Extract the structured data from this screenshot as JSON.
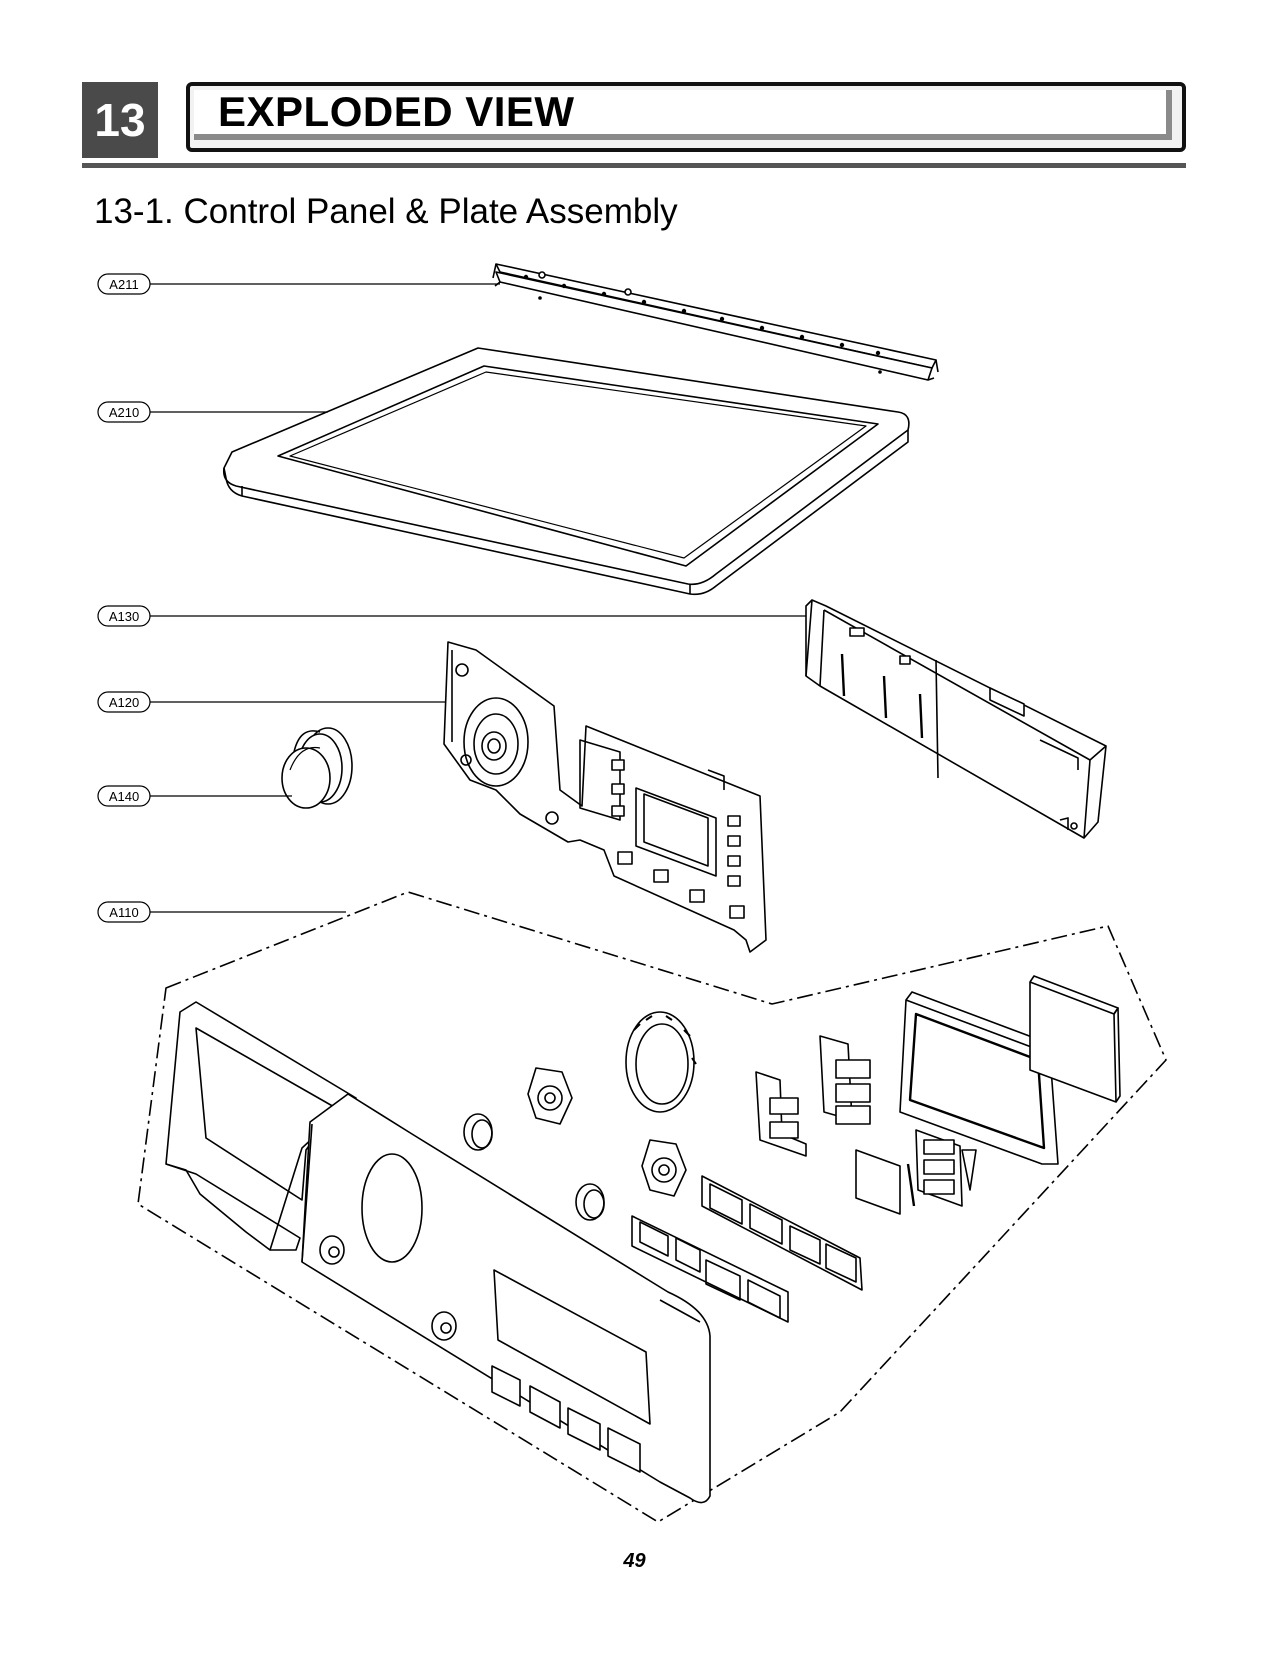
{
  "section": {
    "number": "13",
    "title": "EXPLODED VIEW"
  },
  "subtitle": "13-1. Control Panel & Plate Assembly",
  "callouts": [
    {
      "id": "A211",
      "label": "A211"
    },
    {
      "id": "A210",
      "label": "A210"
    },
    {
      "id": "A130",
      "label": "A130"
    },
    {
      "id": "A120",
      "label": "A120"
    },
    {
      "id": "A140",
      "label": "A140"
    },
    {
      "id": "A110",
      "label": "A110"
    }
  ],
  "page_number": "49"
}
